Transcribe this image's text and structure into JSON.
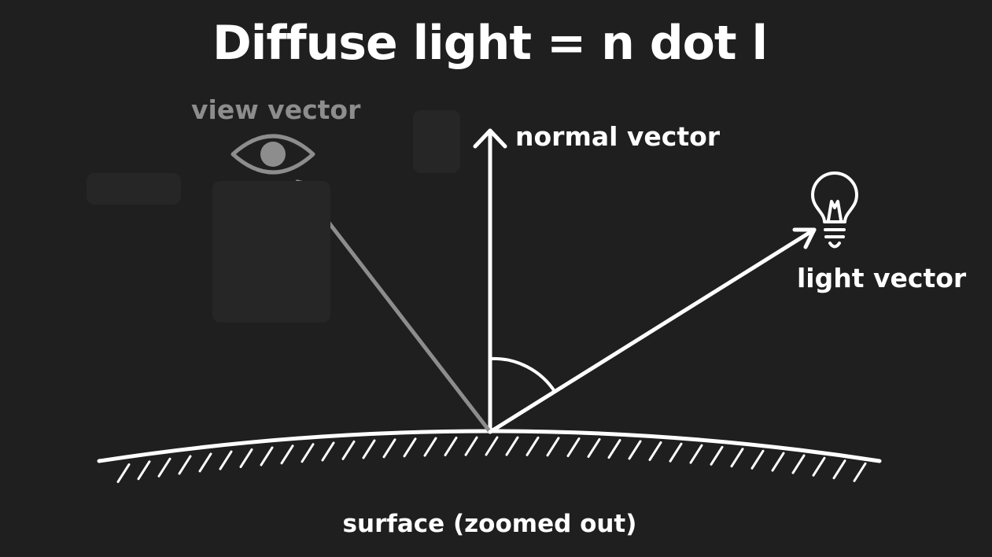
{
  "title": "Diffuse light = n dot l",
  "labels": {
    "view": "view vector",
    "normal": "normal vector",
    "light": "light vector",
    "surface": "surface (zoomed out)"
  },
  "icons": {
    "viewer": "eye-icon",
    "light_source": "light-bulb-icon"
  },
  "colors": {
    "background": "#1f1f1f",
    "primary": "#ffffff",
    "dimmed": "#8d8d8d"
  }
}
